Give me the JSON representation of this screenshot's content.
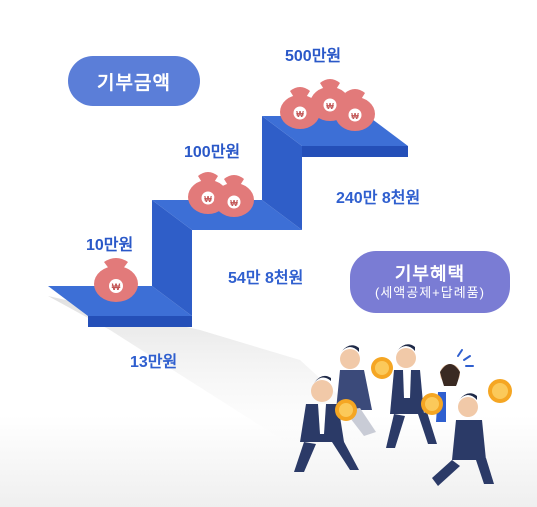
{
  "badges": {
    "amount_title": "기부금액",
    "benefit_title": "기부혜택",
    "benefit_detail": "(세액공제+답례품)"
  },
  "steps": [
    {
      "amount": "10만원",
      "tax_credit": "13만원"
    },
    {
      "amount": "100만원",
      "tax_credit": "54만 8천원"
    },
    {
      "amount": "500만원",
      "tax_credit": "240만 8천원"
    }
  ],
  "coin_symbol": "₩",
  "colors": {
    "stair_top": "#3d6fd6",
    "stair_front": "#2a55c0",
    "money_bag": "#e27a7a",
    "label_blue": "#2a58c8",
    "pill_amount": "#5b7ed8",
    "pill_benefit": "#7a7cd4",
    "coin": "#f5a623"
  }
}
